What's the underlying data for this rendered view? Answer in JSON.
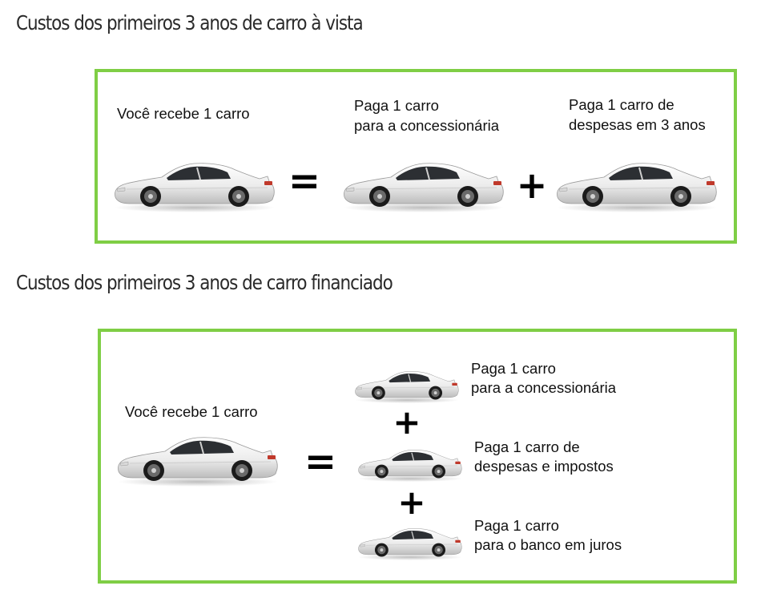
{
  "section1": {
    "heading": "Custos dos primeiros 3 anos de carro à vista",
    "receive_label": "Você recebe 1 carro",
    "pay_dealer_line1": "Paga 1 carro",
    "pay_dealer_line2": "para a concessionária",
    "pay_expenses_line1": "Paga 1 carro de",
    "pay_expenses_line2": "despesas em 3 anos",
    "equals": "=",
    "plus": "+"
  },
  "section2": {
    "heading": "Custos dos primeiros 3 anos de carro financiado",
    "receive_label": "Você recebe 1 carro",
    "pay_dealer_line1": "Paga 1 carro",
    "pay_dealer_line2": "para a concessionária",
    "pay_taxes_line1": "Paga 1 carro de",
    "pay_taxes_line2": "despesas e impostos",
    "pay_bank_line1": "Paga 1 carro",
    "pay_bank_line2": "para o banco em juros",
    "equals": "=",
    "plus": "+"
  },
  "colors": {
    "frame_border": "#7fce45",
    "car_body": "#f2f2f2"
  }
}
